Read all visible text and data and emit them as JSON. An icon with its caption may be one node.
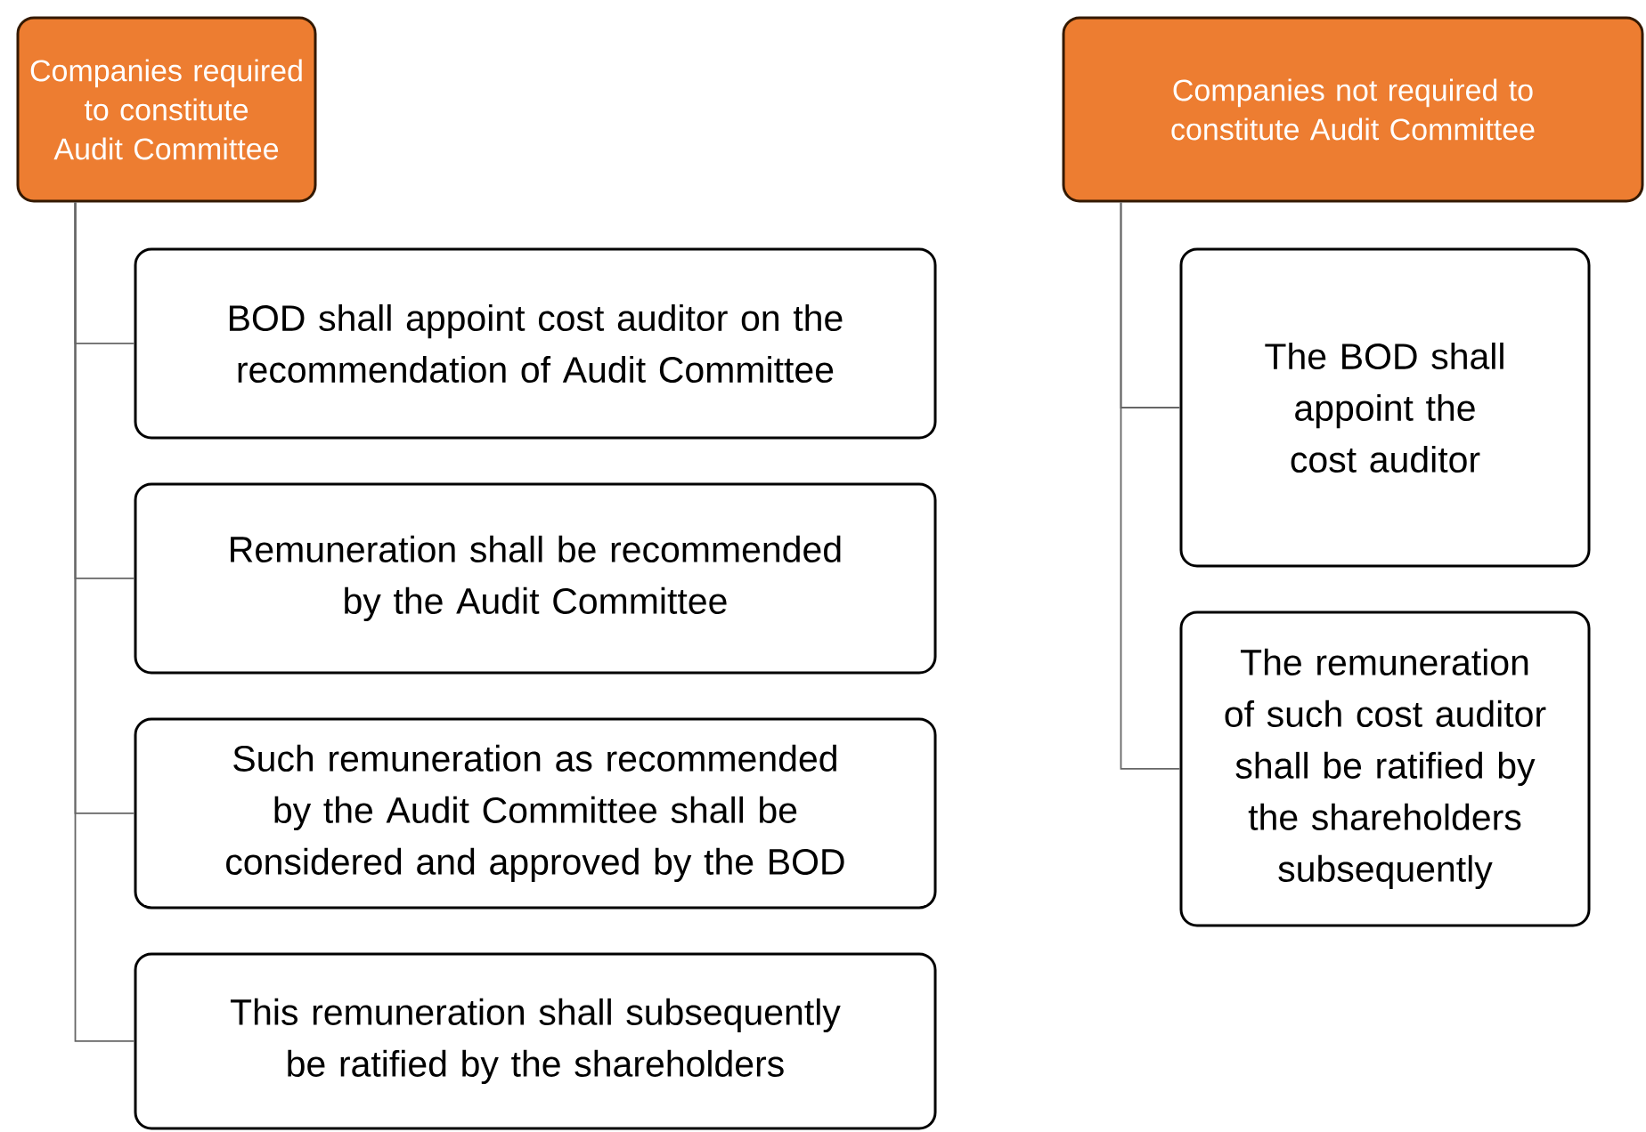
{
  "diagram": {
    "nodes": [
      {
        "text": [
          "Companies required to constitute Audit Committee"
        ]
      },
      {
        "text": [
          "BOD shall appoint cost auditor on the recommendation of Audit Committee"
        ]
      },
      {
        "text": [
          "Remuneration shall be recommended by the Audit Committee"
        ]
      },
      {
        "text": [
          "Such remuneration as recommended by the Audit Committee shall be considered and approved by the BOD"
        ]
      },
      {
        "text": [
          "This remuneration shall subsequently be ratified by the shareholders"
        ]
      },
      {
        "text": [
          "Companies not required to constitute Audit Committee"
        ]
      },
      {
        "text": [
          "The BOD shall appoint the cost auditor"
        ]
      },
      {
        "text": [
          "The remuneration of such cost auditor shall be ratified by the shareholders subsequently"
        ]
      }
    ],
    "edges": [
      {
        "from": 0,
        "to": 1,
        "arrow": "none"
      },
      {
        "from": 0,
        "to": 2,
        "arrow": "none"
      },
      {
        "from": 0,
        "to": 3,
        "arrow": "none"
      },
      {
        "from": 0,
        "to": 4,
        "arrow": "none"
      },
      {
        "from": 5,
        "to": 6,
        "arrow": "none"
      },
      {
        "from": 5,
        "to": 7,
        "arrow": "none"
      }
    ]
  }
}
